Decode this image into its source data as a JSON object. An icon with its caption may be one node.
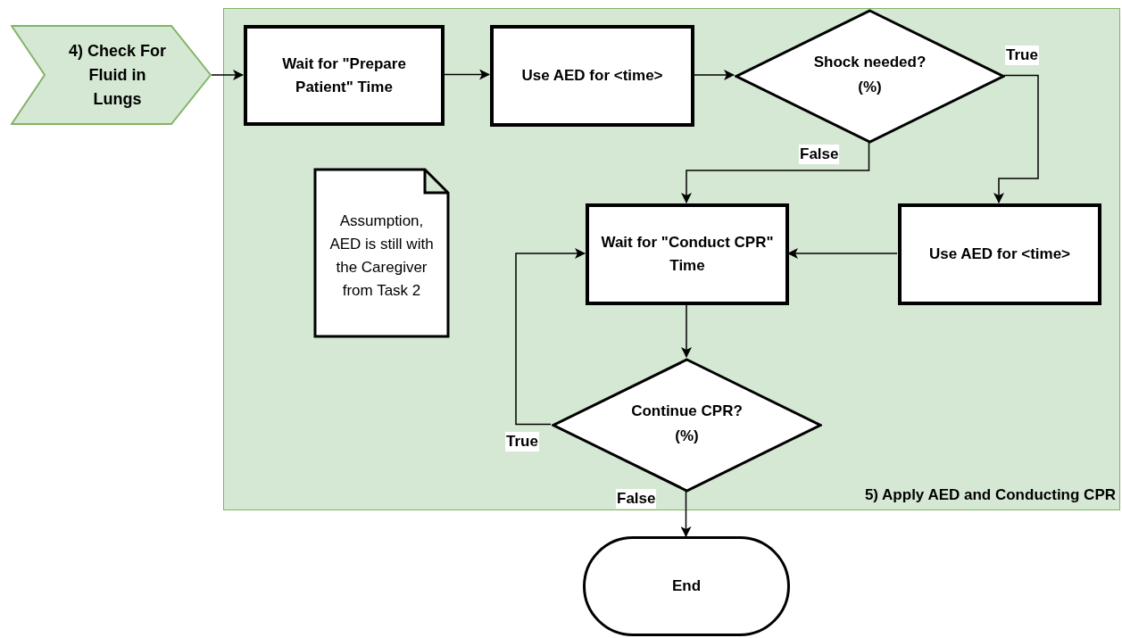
{
  "diagram": {
    "nodes": [
      {
        "text": [
          "4) Check For Fluid in Lungs"
        ]
      },
      {
        "text": [
          "5) Apply AED and Conducting CPR"
        ]
      },
      {
        "text": [
          "Wait for \"Prepare Patient\" Time"
        ],
        "in": 1
      },
      {
        "text": [
          "Use AED for <time>"
        ],
        "in": 1
      },
      {
        "text": [
          "Shock needed? (%)"
        ],
        "in": 1
      },
      {
        "text": [
          "Assumption, AED is still with the Caregiver from Task 2"
        ],
        "in": 1
      },
      {
        "text": [
          "Wait for \"Conduct CPR\" Time"
        ],
        "in": 1
      },
      {
        "text": [
          "Use AED for <time>"
        ],
        "in": 1
      },
      {
        "text": [
          "Continue CPR? (%)"
        ],
        "in": 1
      },
      {
        "text": [
          "End"
        ]
      }
    ],
    "edges": [
      {
        "from": 0,
        "to": 2,
        "arrow": "to"
      },
      {
        "from": 2,
        "to": 3,
        "arrow": "to"
      },
      {
        "from": 3,
        "to": 4,
        "arrow": "to"
      },
      {
        "from": 4,
        "to": 6,
        "arrow": "to",
        "label": "False"
      },
      {
        "from": 4,
        "to": 7,
        "arrow": "to",
        "label": "True"
      },
      {
        "from": 7,
        "to": 6,
        "arrow": "to"
      },
      {
        "from": 6,
        "to": 8,
        "arrow": "to"
      },
      {
        "from": 8,
        "to": 6,
        "arrow": "to",
        "label": "True"
      },
      {
        "from": 8,
        "to": 9,
        "arrow": "to",
        "label": "False"
      }
    ]
  }
}
